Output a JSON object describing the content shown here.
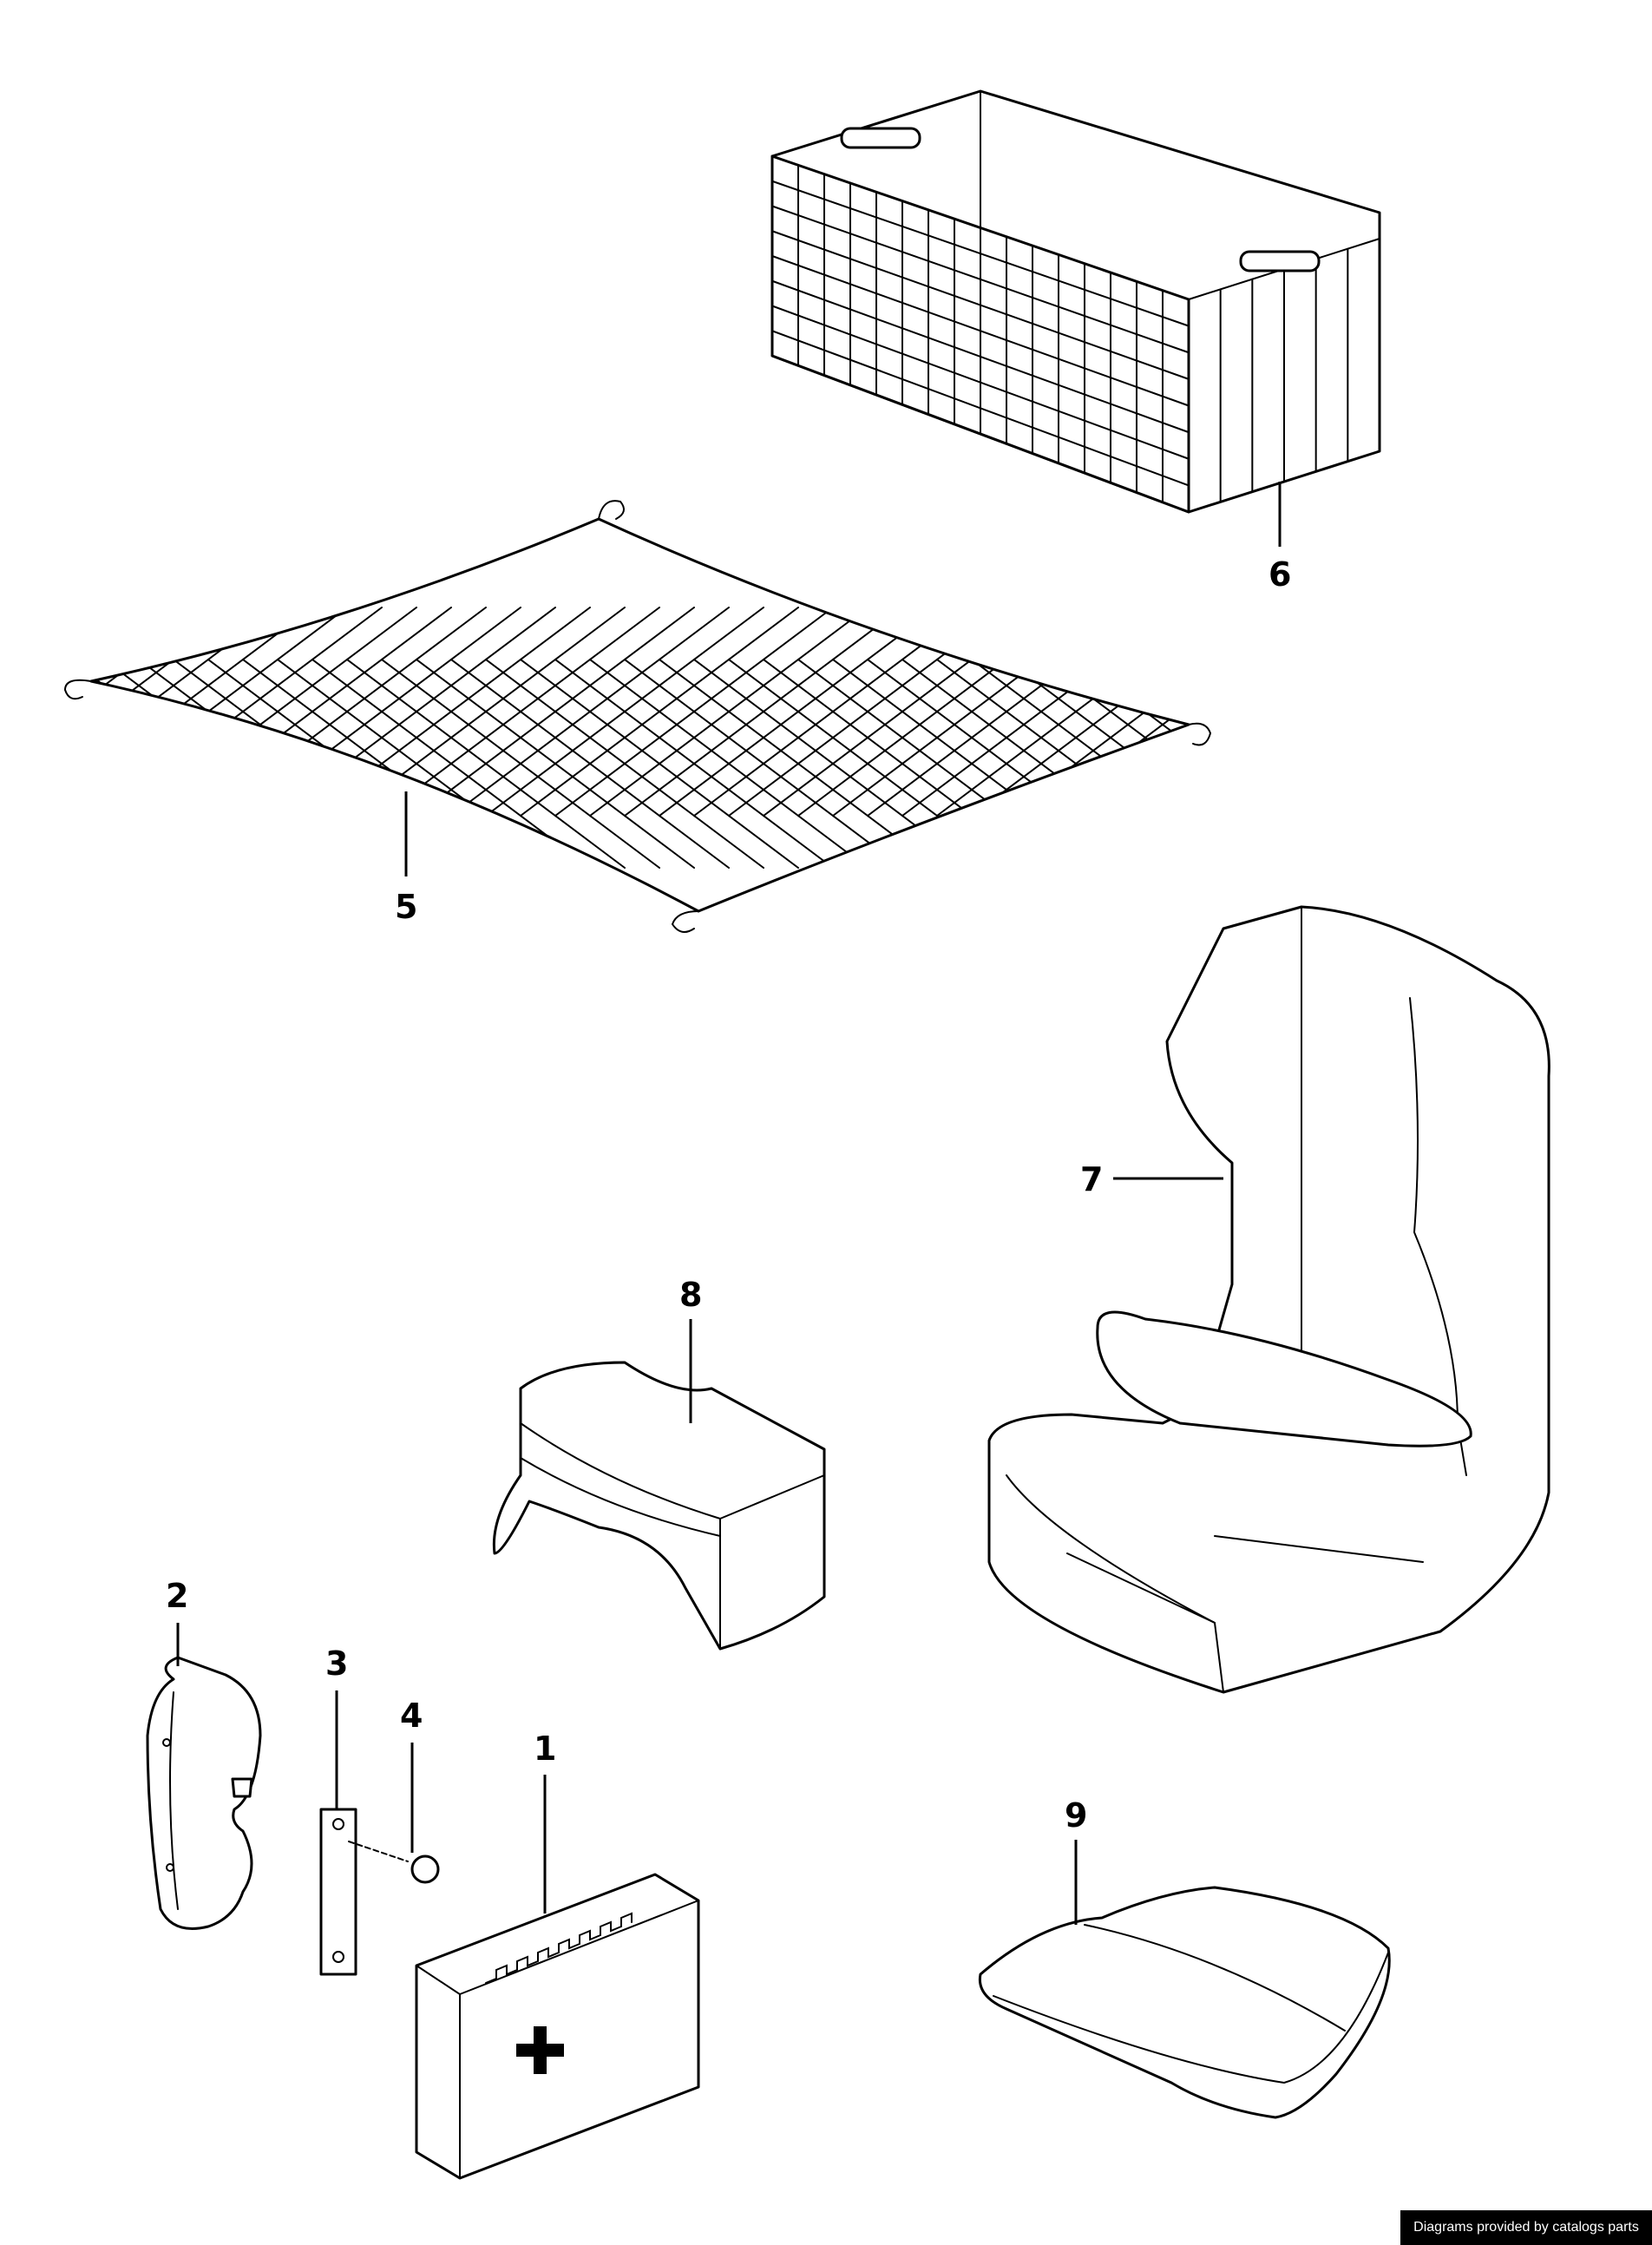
{
  "parts": [
    {
      "number": "1",
      "name": "first-aid-kit"
    },
    {
      "number": "2",
      "name": "holder-strap"
    },
    {
      "number": "3",
      "name": "bracket-plate"
    },
    {
      "number": "4",
      "name": "screw"
    },
    {
      "number": "5",
      "name": "luggage-net"
    },
    {
      "number": "6",
      "name": "wire-basket"
    },
    {
      "number": "7",
      "name": "child-seat"
    },
    {
      "number": "8",
      "name": "booster-seat"
    },
    {
      "number": "9",
      "name": "seat-cushion"
    }
  ],
  "footer": "Diagrams provided by catalogs parts"
}
